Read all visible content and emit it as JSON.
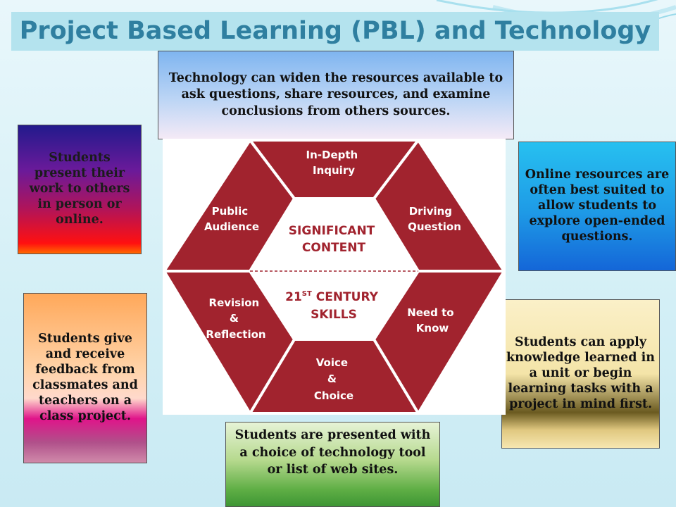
{
  "title": "Project Based Learning (PBL) and Technology",
  "boxes": {
    "top": "Technology can widen the resources available to ask questions, share resources, and examine conclusions from others sources.",
    "left_top": "Students present their work to others in person or online.",
    "left_bottom": "Students give and receive feedback from classmates and teachers on a class project.",
    "right_top": "Online resources are often best suited to allow students to explore open-ended questions.",
    "right_bottom": "Students can apply knowledge learned in a unit or begin learning tasks with a project in mind first.",
    "bottom": "Students are presented with a choice of technology tool or list of web sites."
  },
  "hexagon": {
    "segments": {
      "top": [
        "In-Depth",
        "Inquiry"
      ],
      "upper_right": [
        "Driving",
        "Question"
      ],
      "lower_right": [
        "Need to",
        "Know"
      ],
      "bottom": [
        "Voice",
        "&",
        "Choice"
      ],
      "lower_left": [
        "Revision",
        "&",
        "Reflection"
      ],
      "upper_left": [
        "Public",
        "Audience"
      ]
    },
    "center_top": [
      "SIGNIFICANT",
      "CONTENT"
    ],
    "center_bottom_line1": "21",
    "center_bottom_sup": "ST",
    "center_bottom_line1_rest": " CENTURY",
    "center_bottom_line2": "SKILLS"
  },
  "colors": {
    "segment_fill": "#a1232e",
    "title_bar": "#b4e3ee",
    "title_text": "#2f7fa0"
  }
}
